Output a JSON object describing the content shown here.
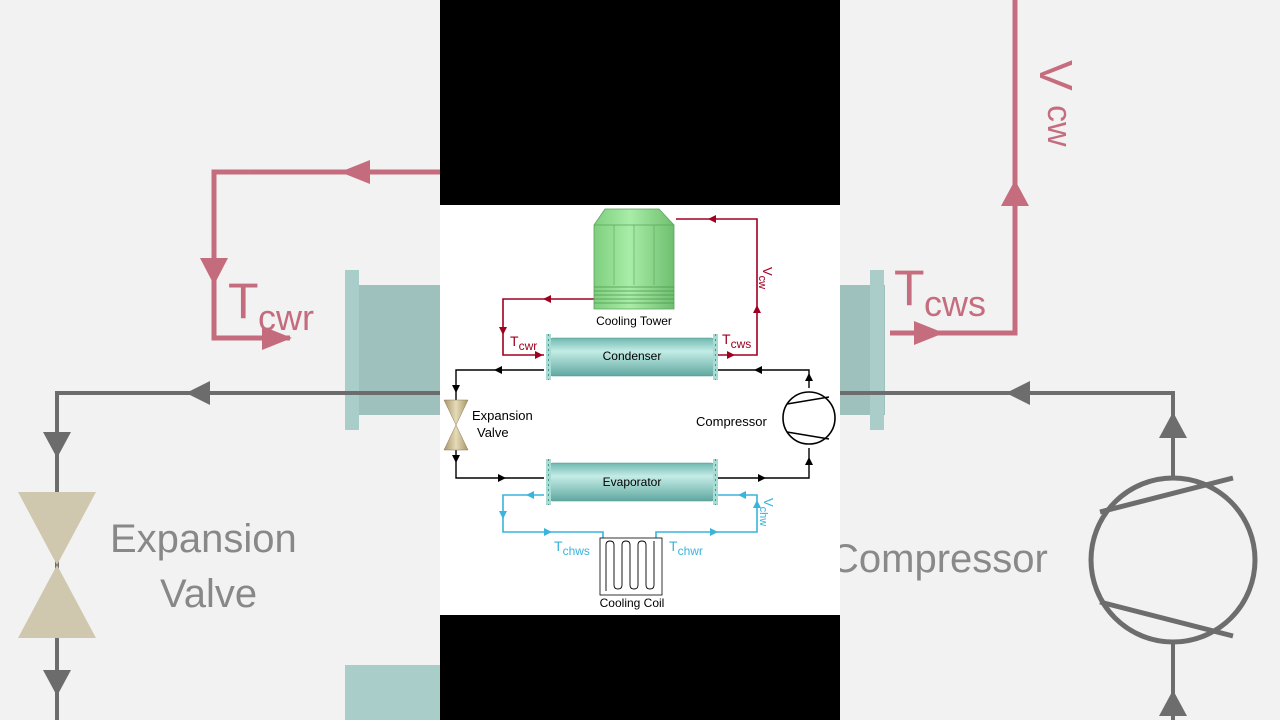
{
  "diagram": {
    "cooling_tower": "Cooling Tower",
    "condenser": "Condenser",
    "evaporator": "Evaporator",
    "compressor": "Compressor",
    "expansion_valve": [
      "Expansion",
      "Valve"
    ],
    "cooling_coil": "Cooling Coil",
    "t_cwr": {
      "main": "T",
      "sub": "cwr"
    },
    "t_cws": {
      "main": "T",
      "sub": "cws"
    },
    "v_cw": {
      "main": "V",
      "sub": "cw"
    },
    "t_chws": {
      "main": "T",
      "sub": "chws"
    },
    "t_chwr": {
      "main": "T",
      "sub": "chwr"
    },
    "v_chw": {
      "main": "V",
      "sub": "chw"
    }
  },
  "colors": {
    "condenser_water": "#a00020",
    "chilled_water": "#39b4dc",
    "refrigerant": "#000000",
    "tower_green": "#8fe08f",
    "hx_teal": "#8fd4cc",
    "valve_gold": "#c8b98a"
  }
}
